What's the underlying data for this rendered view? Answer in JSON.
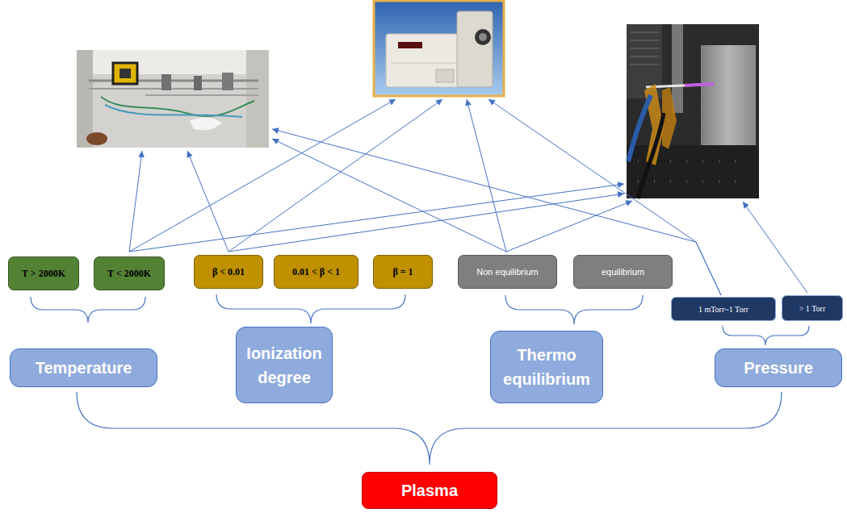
{
  "diagram": {
    "nodes": [
      {
        "text": [
          "T > 2000K"
        ]
      },
      {
        "text": [
          "T < 2000K"
        ]
      },
      {
        "text": [
          "β < 0.01"
        ]
      },
      {
        "text": [
          "0.01 < β < 1"
        ]
      },
      {
        "text": [
          "β = 1"
        ]
      },
      {
        "text": [
          "Non equilibrium"
        ]
      },
      {
        "text": [
          "equilibrium"
        ]
      },
      {
        "text": [
          "1 mTorr~1 Torr"
        ]
      },
      {
        "text": [
          "> 1 Torr"
        ]
      },
      {
        "text": [
          "Temperature"
        ]
      },
      {
        "text": [
          "Ionization degree"
        ]
      },
      {
        "text": [
          "Thermo equilibrium"
        ]
      },
      {
        "text": [
          "Pressure"
        ]
      },
      {
        "text": [
          "Plasma"
        ]
      }
    ]
  }
}
